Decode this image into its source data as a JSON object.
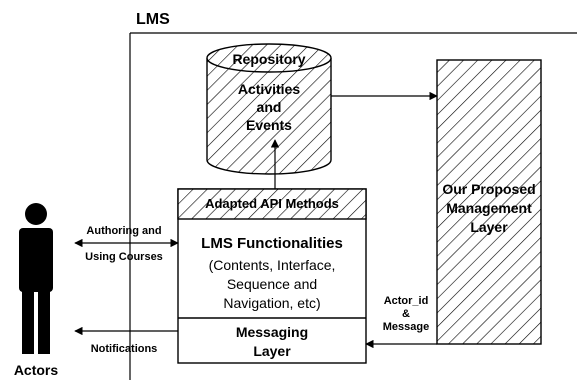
{
  "container": {
    "title": "LMS"
  },
  "repository": {
    "label": "Repository",
    "contents": [
      "Activities",
      "and",
      "Events"
    ]
  },
  "api_box": {
    "label": "Adapted API Methods"
  },
  "functionalities": {
    "title": "LMS Functionalities",
    "details": [
      "(Contents, Interface,",
      "Sequence and",
      "Navigation, etc)"
    ]
  },
  "messaging": {
    "lines": [
      "Messaging",
      "Layer"
    ]
  },
  "management": {
    "lines": [
      "Our Proposed",
      "Management",
      "Layer"
    ]
  },
  "actor": {
    "label": "Actors"
  },
  "arrows": {
    "authoring": [
      "Authoring and",
      "Using Courses"
    ],
    "notifications": "Notifications",
    "actor_message": [
      "Actor_id",
      "&",
      "Message"
    ]
  }
}
